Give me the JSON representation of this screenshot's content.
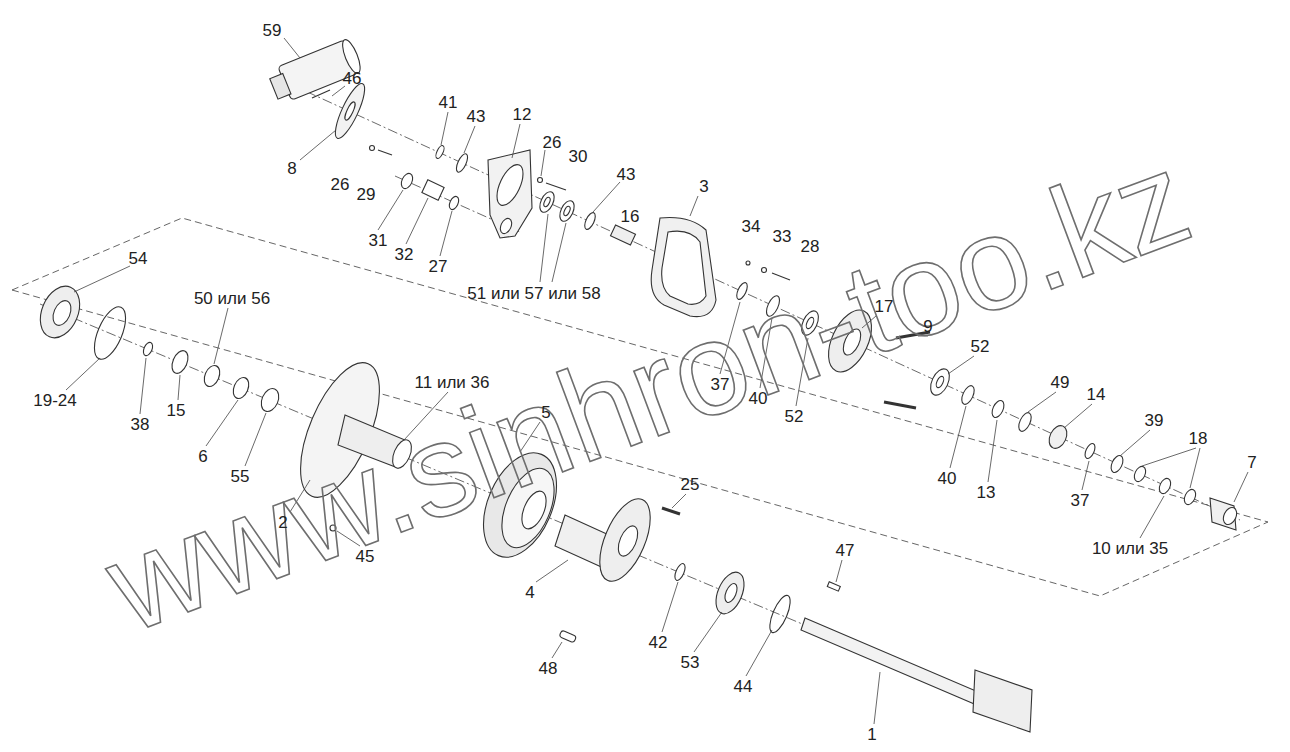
{
  "diagram": {
    "labels": [
      "59",
      "46",
      "41",
      "43",
      "12",
      "8",
      "26",
      "29",
      "26",
      "30",
      "43",
      "16",
      "3",
      "34",
      "33",
      "28",
      "31",
      "32",
      "27",
      "51 или 57 или 58",
      "54",
      "50 или 56",
      "19-24",
      "38",
      "15",
      "6",
      "55",
      "11 или 36",
      "5",
      "2",
      "45",
      "37",
      "40",
      "52",
      "17",
      "9",
      "52",
      "49",
      "14",
      "39",
      "18",
      "7",
      "40",
      "13",
      "37",
      "10 или 35",
      "25",
      "47",
      "4",
      "42",
      "53",
      "44",
      "48",
      "1",
      "www.sinhron-too.kz"
    ]
  }
}
